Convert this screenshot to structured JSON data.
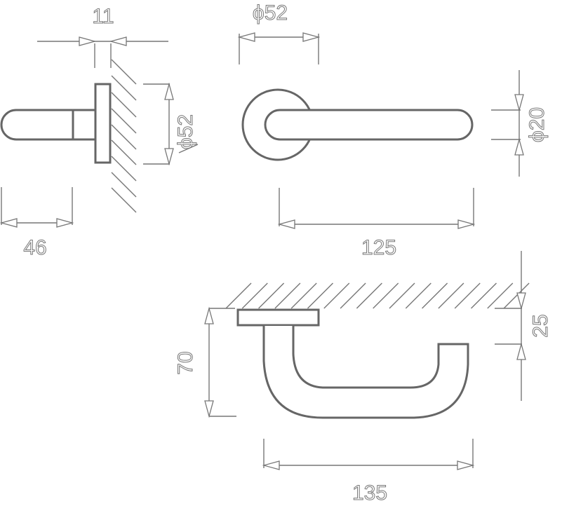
{
  "title": "Door lever handle technical drawing",
  "dimensions": {
    "side_rose_thickness": "11",
    "side_rose_diameter": "ϕ52",
    "side_projection": "46",
    "front_rose_diameter": "ϕ52",
    "front_lever_diameter": "ϕ20",
    "front_lever_length": "125",
    "top_height": "70",
    "top_offset": "25",
    "top_length": "135"
  },
  "colors": {
    "line": "#777777",
    "outline": "#666666",
    "background": "#ffffff"
  }
}
